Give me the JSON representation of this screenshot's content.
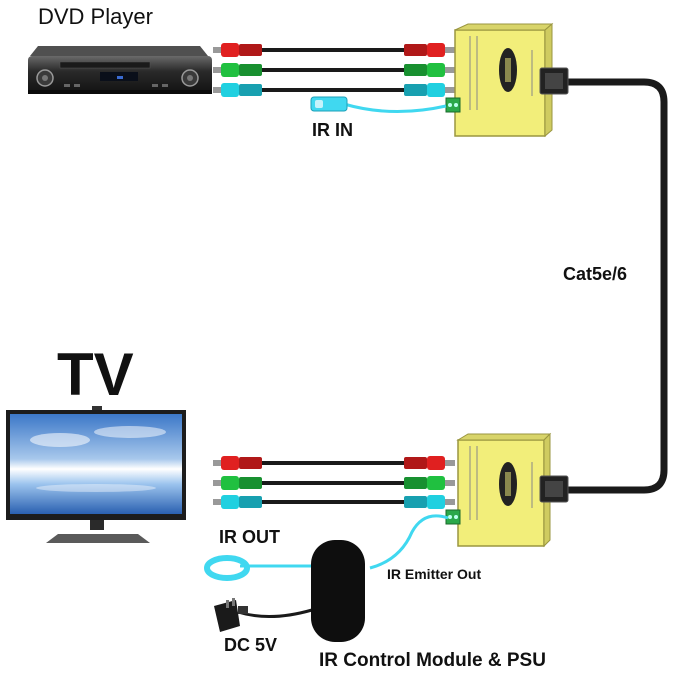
{
  "labels": {
    "dvd_player": "DVD Player",
    "tv": "TV",
    "ir_in": "IR IN",
    "cable": "Cat5e/6",
    "ir_out": "IR OUT",
    "ir_emitter_out": "IR Emitter Out",
    "dc_power": "DC 5V",
    "module": "IR Control Module & PSU"
  },
  "colors": {
    "cable_dark": "#1a1a1a",
    "plug_red": "#e02020",
    "plug_green": "#20c040",
    "plug_cyan": "#20d0e0",
    "ir_cable": "#40d8f0",
    "box_yellow": "#f2ee7a",
    "box_edge": "#9a9640",
    "connector_gray": "#888888"
  }
}
